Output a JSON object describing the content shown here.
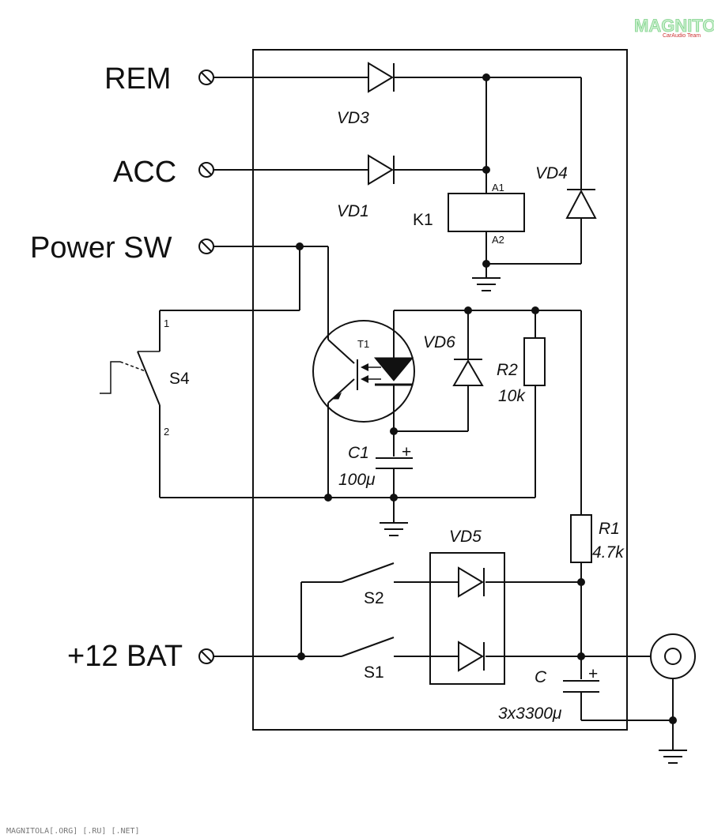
{
  "logo": {
    "title": "MAGNITOLA",
    "subtitle": "CarAudio Team"
  },
  "terminals": {
    "rem": "REM",
    "acc": "ACC",
    "power_sw": "Power SW",
    "bat": "+12 BAT"
  },
  "components": {
    "vd3": "VD3",
    "vd1": "VD1",
    "vd4": "VD4",
    "k1": "K1",
    "a1": "A1",
    "a2": "A2",
    "t1": "T1",
    "vd6": "VD6",
    "r2": "R2",
    "r2_value": "10k",
    "c1": "C1",
    "c1_value": "100μ",
    "c1_plus": "+",
    "s4": "S4",
    "s4_pin1": "1",
    "s4_pin2": "2",
    "vd5": "VD5",
    "r1": "R1",
    "r1_value": "4.7k",
    "s2": "S2",
    "s1": "S1",
    "c": "C",
    "c_value": "3x3300μ",
    "c_plus": "+"
  },
  "footer": "MAGNITOLA[.ORG] [.RU] [.NET]",
  "colors": {
    "ink": "#111111",
    "logo": "#7fd28a",
    "logo_sub": "#cc3333"
  }
}
